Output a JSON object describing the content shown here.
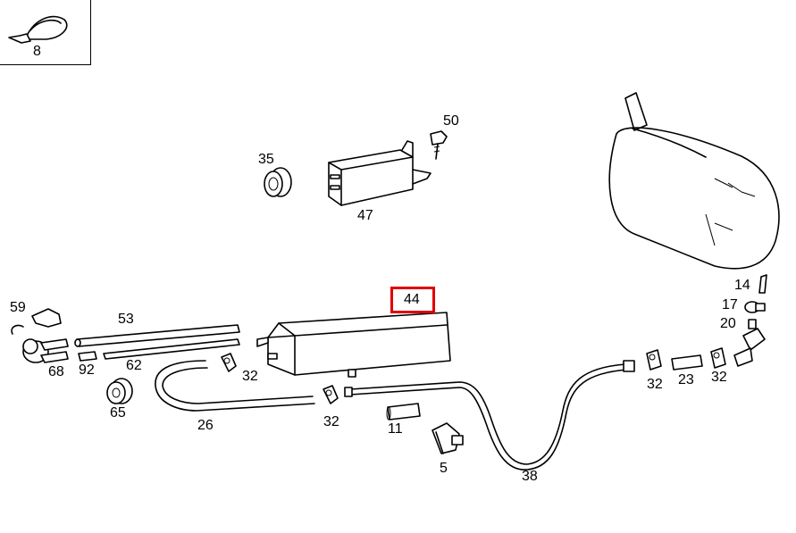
{
  "diagram": {
    "highlight_color": "#e00000",
    "highlighted_part": "44",
    "labels": {
      "p8": "8",
      "p50": "50",
      "p35": "35",
      "p47": "47",
      "p14": "14",
      "p17": "17",
      "p20": "20",
      "p59": "59",
      "p53": "53",
      "p44": "44",
      "p68": "68",
      "p92": "92",
      "p62": "62",
      "p32a": "32",
      "p32b": "32",
      "p32c": "32",
      "p32d": "32",
      "p23": "23",
      "p65": "65",
      "p26": "26",
      "p11": "11",
      "p5": "5",
      "p38": "38"
    }
  }
}
